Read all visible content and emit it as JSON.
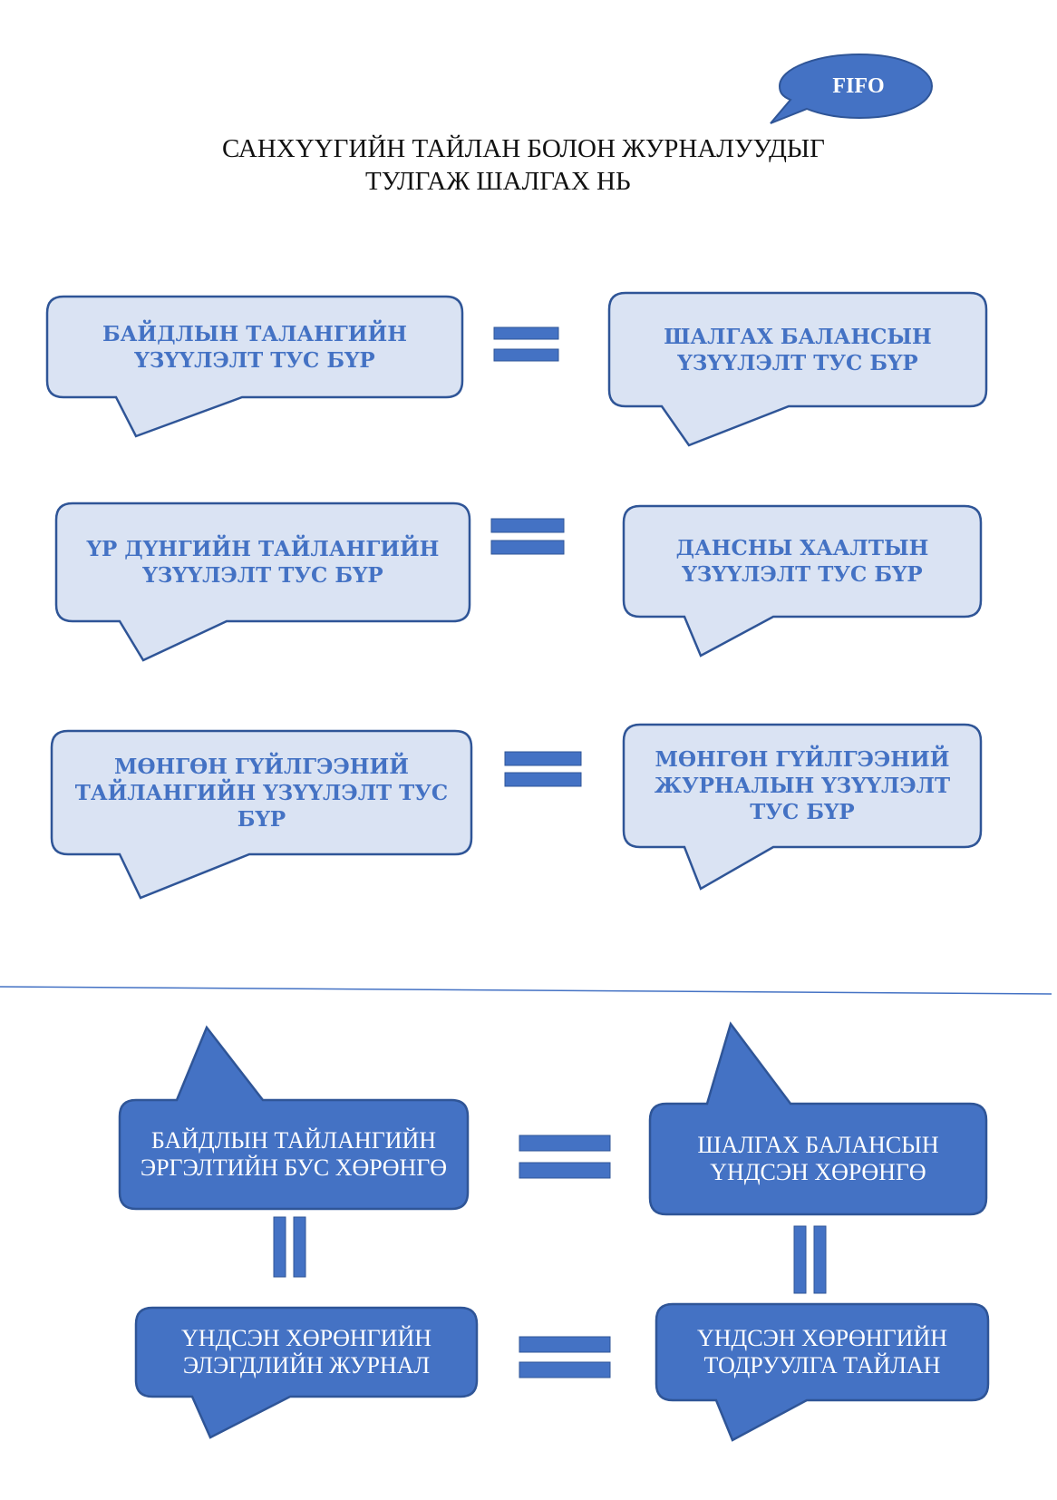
{
  "title": {
    "line1": "САНХҮҮГИЙН ТАЙЛАН БОЛОН ЖУРНАЛУУДЫГ",
    "line2": "ТУЛГАЖ ШАЛГАХ НЬ"
  },
  "badge": {
    "label": "FIFO"
  },
  "colors": {
    "light_fill": "#DAE3F3",
    "dark_fill": "#4472C4",
    "stroke": "#2F5597",
    "light_text": "#4472C4",
    "divider": "#4472C4"
  },
  "pairs": [
    {
      "left": "БАЙДЛЫН ТАЛАНГИЙН\nҮЗҮҮЛЭЛТ  ТУС БҮР",
      "right": "ШАЛГАХ БАЛАНСЫН\nҮЗҮҮЛЭЛТ  ТУС БҮР"
    },
    {
      "left": "ҮР ДҮНГИЙН ТАЙЛАНГИЙН\nҮЗҮҮЛЭЛТ  ТУС БҮР",
      "right": "ДАНСНЫ ХААЛТЫН\nҮЗҮҮЛЭЛТ  ТУС БҮР"
    },
    {
      "left": "МӨНГӨН ГҮЙЛГЭЭНИЙ\nТАЙЛАНГИЙН ҮЗҮҮЛЭЛТ  ТУС\nБҮР",
      "right": "МӨНГӨН ГҮЙЛГЭЭНИЙ\nЖУРНАЛЫН  ҮЗҮҮЛЭЛТ\nТУС БҮР"
    }
  ],
  "bottom": {
    "top_left": "БАЙДЛЫН ТАЙЛАНГИЙН\nЭРГЭЛТИЙН БУС ХӨРӨНГӨ",
    "top_right": "ШАЛГАХ БАЛАНСЫН\nҮНДСЭН ХӨРӨНГӨ",
    "bottom_left": "ҮНДСЭН ХӨРӨНГИЙН\nЭЛЭГДЛИЙН ЖУРНАЛ",
    "bottom_right": "ҮНДСЭН ХӨРӨНГИЙН\nТОДРУУЛГА ТАЙЛАН"
  }
}
